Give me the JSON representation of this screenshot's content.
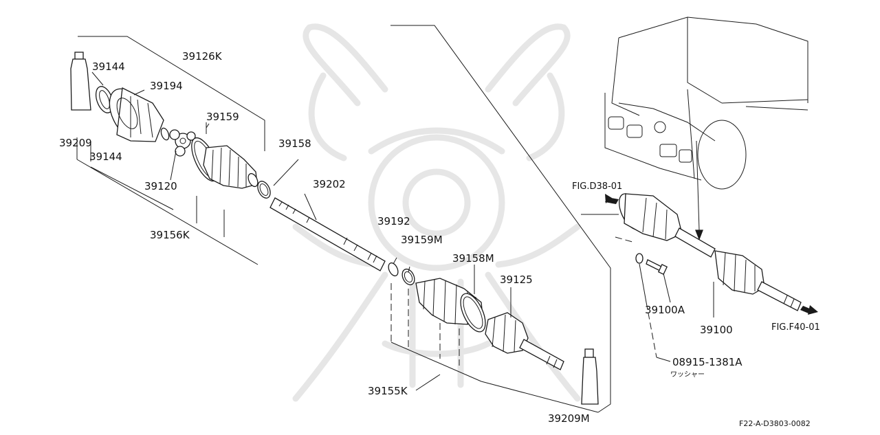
{
  "diagram": {
    "part_labels": {
      "p39126K": "39126K",
      "p39144_top": "39144",
      "p39194": "39194",
      "p39159": "39159",
      "p39209": "39209",
      "p39144_bottom": "39144",
      "p39158": "39158",
      "p39120": "39120",
      "p39202": "39202",
      "p39156K": "39156K",
      "p39192": "39192",
      "p39159M": "39159M",
      "p39158M": "39158M",
      "p39125": "39125",
      "p39155K": "39155K",
      "p39209M": "39209M",
      "p39100A": "39100A",
      "p39100": "39100",
      "p08915": "08915-1381A",
      "washer_note": "ワッシャー"
    },
    "figure_refs": {
      "fig_d38": "FIG.D38-01",
      "fig_f40": "FIG.F40-01"
    },
    "drawing_code": "F22-A-D3803-0082",
    "colors": {
      "ink": "#1a1a1a",
      "watermark": "#e6e6e6",
      "background": "#ffffff"
    }
  }
}
